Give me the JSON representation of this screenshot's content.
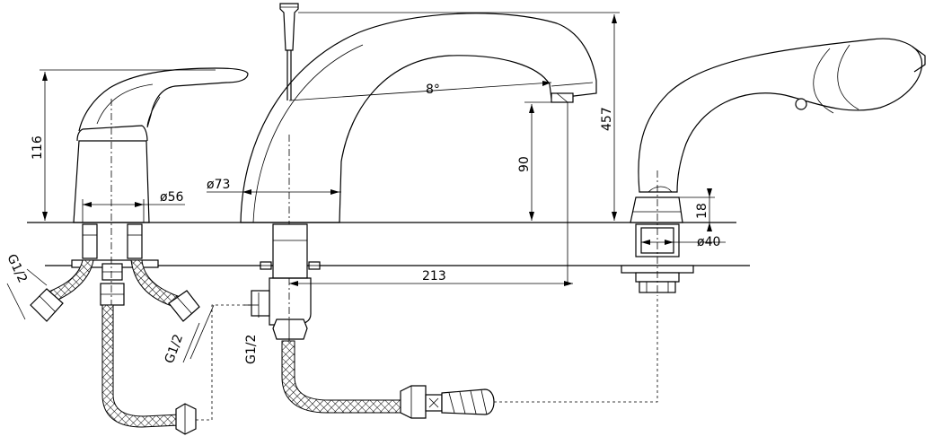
{
  "dimensions": {
    "mixer_height": "116",
    "mixer_diameter": "ø56",
    "spout_base_diameter": "ø73",
    "spout_angle": "8°",
    "spout_outlet_height": "90",
    "overall_height": "457",
    "spout_reach": "213",
    "shower_base_height": "18",
    "shower_base_diameter": "ø40",
    "thread_left": "G1/2",
    "thread_mid": "G1/2",
    "thread_right": "G1/2"
  }
}
